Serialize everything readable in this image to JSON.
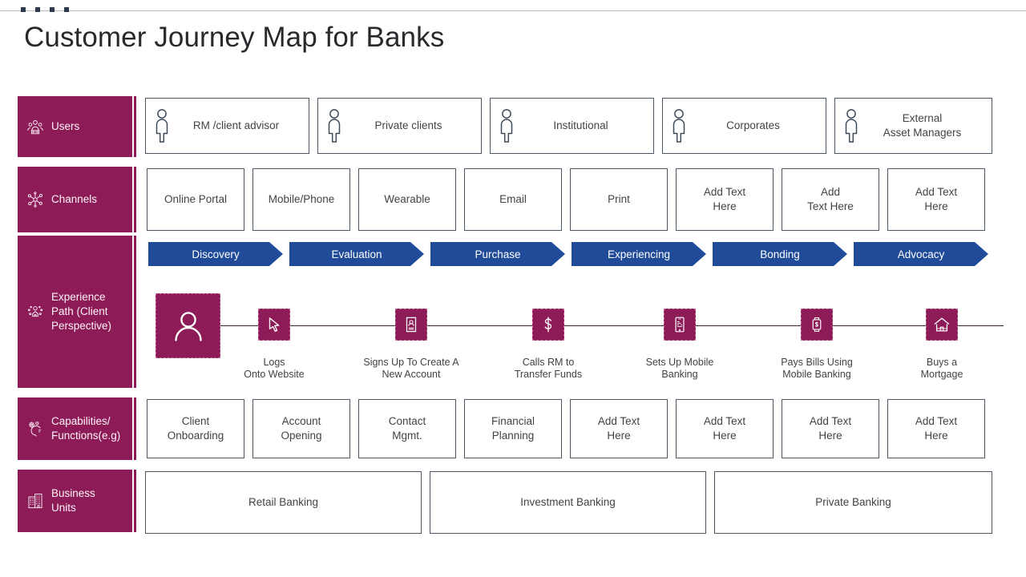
{
  "header": {
    "title": "Customer Journey Map for Banks",
    "dots_count": 4
  },
  "colors": {
    "magenta": "#8d1b57",
    "blue": "#1f4b99",
    "card_border": "#4c5763",
    "text": "#414347",
    "rule": "#b9bcc2"
  },
  "rows": {
    "users": {
      "label": "Users",
      "icon": "users-group-icon",
      "items": [
        {
          "label": "RM /client advisor",
          "icon": "person-icon"
        },
        {
          "label": "Private clients",
          "icon": "person-icon"
        },
        {
          "label": "Institutional",
          "icon": "person-icon"
        },
        {
          "label": "Corporates",
          "icon": "person-icon"
        },
        {
          "label": "External\nAsset Managers",
          "icon": "person-icon"
        }
      ]
    },
    "channels": {
      "label": "Channels",
      "icon": "network-nodes-icon",
      "items": [
        {
          "label": "Online Portal"
        },
        {
          "label": "Mobile/Phone"
        },
        {
          "label": "Wearable"
        },
        {
          "label": "Email"
        },
        {
          "label": "Print"
        },
        {
          "label": "Add Text\nHere"
        },
        {
          "label": "Add\nText Here"
        },
        {
          "label": "Add Text\nHere"
        }
      ]
    },
    "experience": {
      "label": "Experience\nPath (Client\nPerspective)",
      "icon": "journey-path-icon",
      "stages": [
        {
          "label": "Discovery"
        },
        {
          "label": "Evaluation"
        },
        {
          "label": "Purchase"
        },
        {
          "label": "Experiencing"
        },
        {
          "label": "Bonding"
        },
        {
          "label": "Advocacy"
        }
      ],
      "avatar_icon": "user-avatar-icon",
      "milestones": [
        {
          "label": "Logs\nOnto Website",
          "icon": "cursor-pointer-icon"
        },
        {
          "label": "Signs Up To Create A\nNew Account",
          "icon": "id-card-icon"
        },
        {
          "label": "Calls RM to\nTransfer Funds",
          "icon": "dollar-sign-icon"
        },
        {
          "label": "Sets Up Mobile\nBanking",
          "icon": "mobile-phone-icon"
        },
        {
          "label": "Pays Bills Using\nMobile Banking",
          "icon": "smartwatch-payment-icon"
        },
        {
          "label": "Buys a\nMortgage",
          "icon": "house-icon"
        }
      ]
    },
    "capabilities": {
      "label": "Capabilities/\nFunctions(e.g)",
      "icon": "gears-head-icon",
      "items": [
        {
          "label": "Client\nOnboarding"
        },
        {
          "label": "Account\nOpening"
        },
        {
          "label": "Contact\nMgmt."
        },
        {
          "label": "Financial\nPlanning"
        },
        {
          "label": "Add Text\nHere"
        },
        {
          "label": "Add Text\nHere"
        },
        {
          "label": "Add Text\nHere"
        },
        {
          "label": "Add Text\nHere"
        }
      ]
    },
    "business_units": {
      "label": "Business\nUnits",
      "icon": "building-icon",
      "items": [
        {
          "label": "Retail Banking"
        },
        {
          "label": "Investment  Banking"
        },
        {
          "label": "Private Banking"
        }
      ]
    }
  }
}
